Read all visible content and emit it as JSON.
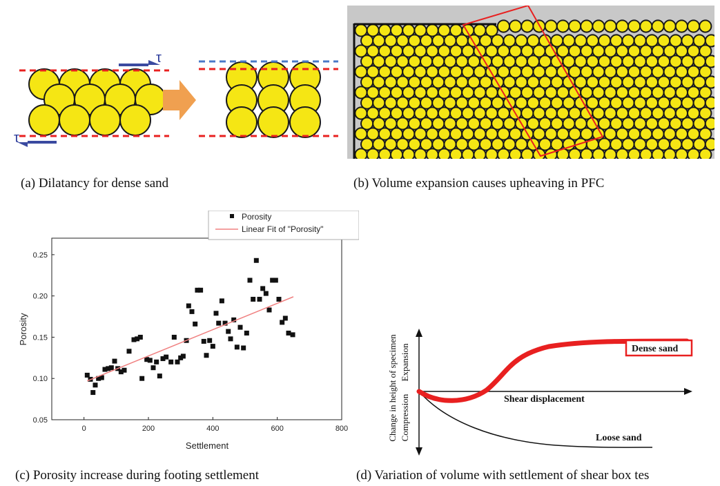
{
  "colors": {
    "grain": "#f5e614",
    "grain_stroke": "#1a1a1a",
    "red_dash": "#e8201f",
    "blue_dash": "#4a78c8",
    "arrow_orange": "#f0a050",
    "shear_arrow": "#3a4aa0",
    "pfc_background": "#c8c8c8",
    "fit_line": "#f08080",
    "dense_curve": "#e82020"
  },
  "panel_a": {
    "tau_top": "τ",
    "tau_bottom": "τ",
    "caption": "(a) Dilatancy for dense sand"
  },
  "panel_b": {
    "caption": "(b) Volume expansion causes upheaving in PFC"
  },
  "panel_c": {
    "caption": "(c) Porosity increase during footing settlement",
    "chart_data": {
      "type": "scatter",
      "xlabel": "Settlement",
      "ylabel": "Porosity",
      "xlim": [
        -100,
        800
      ],
      "ylim": [
        0.05,
        0.27
      ],
      "xticks": [
        "0",
        "200",
        "400",
        "600",
        "800"
      ],
      "yticks": [
        "0.05",
        "0.10",
        "0.15",
        "0.20",
        "0.25"
      ],
      "legend": [
        "Porosity",
        "Linear Fit of \"Porosity\""
      ],
      "legend_position": "top-right",
      "series": [
        {
          "name": "Porosity",
          "points": [
            [
              10,
              0.104
            ],
            [
              20,
              0.099
            ],
            [
              28,
              0.083
            ],
            [
              35,
              0.092
            ],
            [
              45,
              0.1
            ],
            [
              55,
              0.101
            ],
            [
              65,
              0.111
            ],
            [
              75,
              0.112
            ],
            [
              85,
              0.113
            ],
            [
              95,
              0.121
            ],
            [
              105,
              0.112
            ],
            [
              115,
              0.108
            ],
            [
              125,
              0.11
            ],
            [
              140,
              0.133
            ],
            [
              155,
              0.147
            ],
            [
              165,
              0.148
            ],
            [
              175,
              0.15
            ],
            [
              180,
              0.1
            ],
            [
              195,
              0.123
            ],
            [
              205,
              0.122
            ],
            [
              215,
              0.113
            ],
            [
              225,
              0.12
            ],
            [
              235,
              0.103
            ],
            [
              245,
              0.124
            ],
            [
              255,
              0.126
            ],
            [
              270,
              0.12
            ],
            [
              280,
              0.15
            ],
            [
              290,
              0.12
            ],
            [
              300,
              0.125
            ],
            [
              308,
              0.127
            ],
            [
              318,
              0.146
            ],
            [
              325,
              0.188
            ],
            [
              335,
              0.181
            ],
            [
              345,
              0.166
            ],
            [
              352,
              0.207
            ],
            [
              362,
              0.207
            ],
            [
              372,
              0.145
            ],
            [
              380,
              0.128
            ],
            [
              390,
              0.146
            ],
            [
              400,
              0.139
            ],
            [
              410,
              0.179
            ],
            [
              418,
              0.167
            ],
            [
              428,
              0.194
            ],
            [
              438,
              0.167
            ],
            [
              448,
              0.157
            ],
            [
              455,
              0.148
            ],
            [
              465,
              0.171
            ],
            [
              475,
              0.138
            ],
            [
              485,
              0.162
            ],
            [
              495,
              0.137
            ],
            [
              505,
              0.155
            ],
            [
              515,
              0.219
            ],
            [
              525,
              0.196
            ],
            [
              535,
              0.243
            ],
            [
              545,
              0.196
            ],
            [
              555,
              0.209
            ],
            [
              565,
              0.203
            ],
            [
              575,
              0.183
            ],
            [
              585,
              0.219
            ],
            [
              595,
              0.219
            ],
            [
              605,
              0.196
            ],
            [
              615,
              0.168
            ],
            [
              625,
              0.173
            ],
            [
              635,
              0.155
            ],
            [
              648,
              0.153
            ]
          ]
        },
        {
          "name": "Linear Fit of \"Porosity\"",
          "line": [
            [
              10,
              0.097
            ],
            [
              650,
              0.199
            ]
          ]
        }
      ]
    }
  },
  "panel_d": {
    "caption": "(d) Variation of volume with settlement of shear box tes",
    "ylabel_top": "Change in height of specimen",
    "ylabel_expansion": "Expansion",
    "ylabel_compression": "Compression",
    "xlabel": "Shear displacement",
    "dense_label": "Dense sand",
    "loose_label": "Loose sand"
  }
}
